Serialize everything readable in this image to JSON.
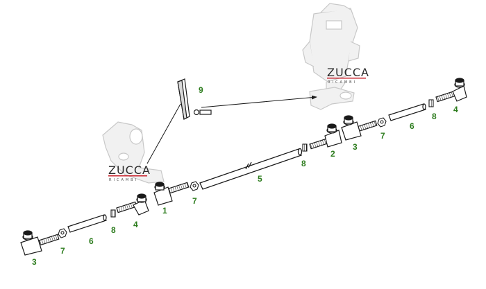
{
  "colors": {
    "label": "#2e7d1f",
    "line": "#1a1a1a",
    "ghost": "#c8c8c8",
    "ghost_fill": "#f1f1f1",
    "logo_accent": "#c8202a"
  },
  "logos": [
    {
      "main": "ZUCCA",
      "sub": "RICAMBI"
    },
    {
      "main": "ZUCCA",
      "sub": "RICAMBI"
    }
  ],
  "labels": {
    "steering_arm": "9",
    "center_link": "5",
    "left_end_inner": "1",
    "left_nut_inner": "7",
    "left_shim": "8",
    "left_end_outer_upper": "4",
    "left_tube": "6",
    "left_nut_outer": "7",
    "left_end_lower": "3",
    "right_end_inner": "2",
    "right_shim_inner": "8",
    "right_end_mid": "3",
    "right_nut": "7",
    "right_tube": "6",
    "right_shim_outer": "8",
    "right_end_outer": "4"
  }
}
